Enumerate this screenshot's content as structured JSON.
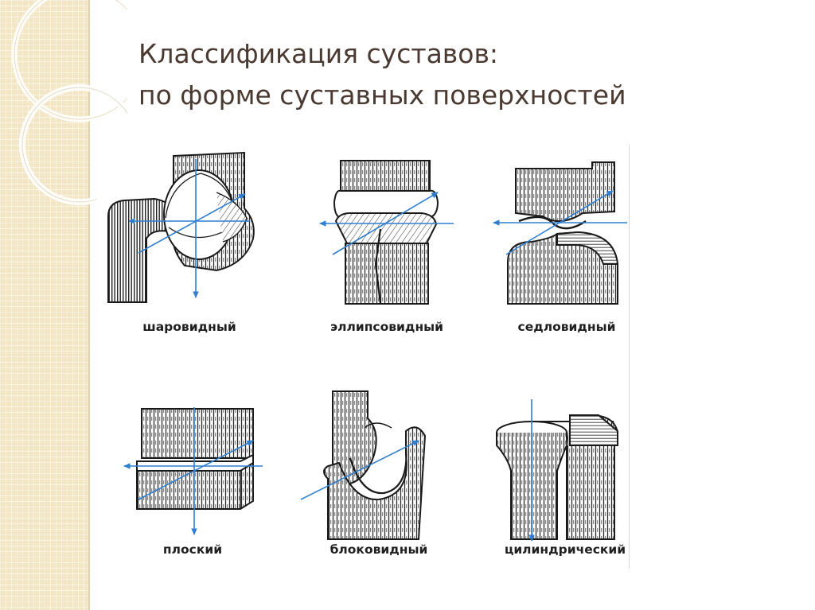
{
  "title": {
    "line1": "Классификация суставов:",
    "line2": "по форме суставных поверхностей"
  },
  "joints": [
    {
      "label": "шаровидный"
    },
    {
      "label": "эллипсовидный"
    },
    {
      "label": "седловидный"
    },
    {
      "label": "плоский"
    },
    {
      "label": "блоковидный"
    },
    {
      "label": "цилиндрический"
    }
  ],
  "colors": {
    "title": "#4a3a31",
    "axis": "#2f7fd0",
    "strip": "#f3e6c4",
    "ink": "#1f1f1f"
  }
}
